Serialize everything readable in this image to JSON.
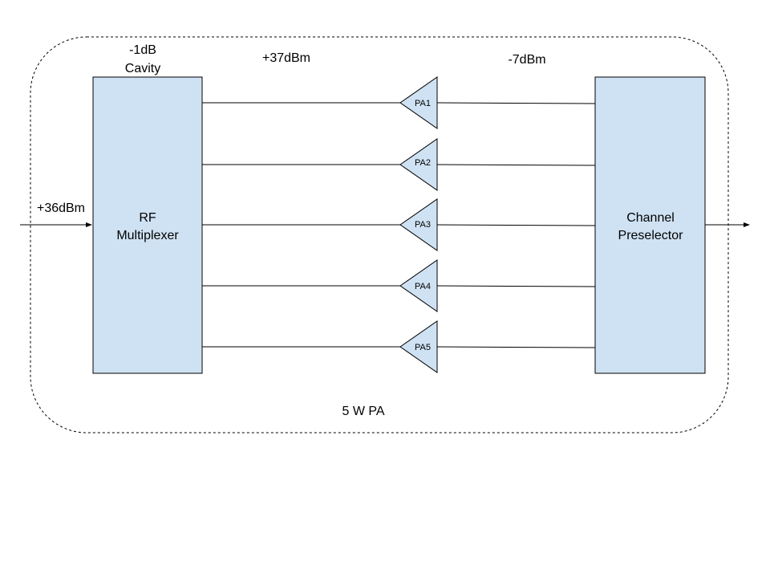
{
  "diagram": {
    "enclosure_label": "5 W PA",
    "input_power_label": "+36dBm",
    "cavity_loss_label": [
      "-1dB",
      "Cavity"
    ],
    "pa_output_label": "+37dBm",
    "pa_input_label": "-7dBm",
    "multiplexer": {
      "label_lines": [
        "RF",
        "Multiplexer"
      ]
    },
    "preselector": {
      "label_lines": [
        "Channel",
        "Preselector"
      ]
    },
    "amplifiers": [
      {
        "label": "PA1"
      },
      {
        "label": "PA2"
      },
      {
        "label": "PA3"
      },
      {
        "label": "PA4"
      },
      {
        "label": "PA5"
      }
    ]
  },
  "colors": {
    "block_fill": "#cfe2f3",
    "line": "#000000",
    "background": "#ffffff"
  },
  "icons": {
    "amplifier": "triangle-amplifier-icon",
    "arrow": "arrowhead-icon"
  }
}
